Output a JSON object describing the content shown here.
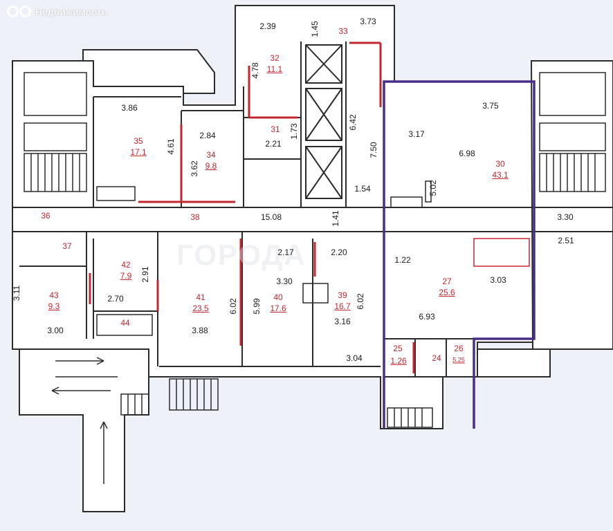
{
  "watermark": {
    "brand": "Недвижимость",
    "center": "ГОРОДА"
  },
  "colors": {
    "wall": "#2a2a2a",
    "room_text": "#c4262e",
    "highlight": "#4a2d8a",
    "background": "#eef1f7",
    "floor": "#ffffff"
  },
  "rooms": [
    {
      "id": "r35",
      "number": "35",
      "area": "17.1"
    },
    {
      "id": "r34",
      "number": "34",
      "area": "9.8"
    },
    {
      "id": "r32",
      "number": "32",
      "area": "11.1"
    },
    {
      "id": "r33",
      "number": "33"
    },
    {
      "id": "r31",
      "number": "31"
    },
    {
      "id": "r30",
      "number": "30",
      "area": "43.1"
    },
    {
      "id": "r36",
      "number": "36"
    },
    {
      "id": "r38",
      "number": "38"
    },
    {
      "id": "r37",
      "number": "37"
    },
    {
      "id": "r42",
      "number": "42",
      "area": "7.9"
    },
    {
      "id": "r43",
      "number": "43",
      "area": "9.3"
    },
    {
      "id": "r44",
      "number": "44"
    },
    {
      "id": "r41",
      "number": "41",
      "area": "23.5"
    },
    {
      "id": "r40",
      "number": "40",
      "area": "17.6"
    },
    {
      "id": "r39",
      "number": "39",
      "area": "16.7"
    },
    {
      "id": "r27",
      "number": "27",
      "area": "25.6"
    },
    {
      "id": "r25",
      "number": "25",
      "area": "1.26"
    },
    {
      "id": "r24",
      "number": "24"
    },
    {
      "id": "r26",
      "number": "26",
      "area": "5.25"
    }
  ],
  "dimensions": [
    "2.39",
    "1.45",
    "3.73",
    "4.78",
    "3.86",
    "4.61",
    "2.84",
    "3.62",
    "2.21",
    "1.73",
    "6.42",
    "7.50",
    "1.54",
    "3.75",
    "3.17",
    "6.98",
    "5.02",
    "15.08",
    "1.41",
    "3.30",
    "2.51",
    "2.17",
    "2.20",
    "1.22",
    "2.91",
    "3.11",
    "2.70",
    "3.00",
    "6.02",
    "3.88",
    "5.99",
    "3.30",
    "6.02",
    "3.16",
    "3.04",
    "6.93",
    "3.03"
  ]
}
